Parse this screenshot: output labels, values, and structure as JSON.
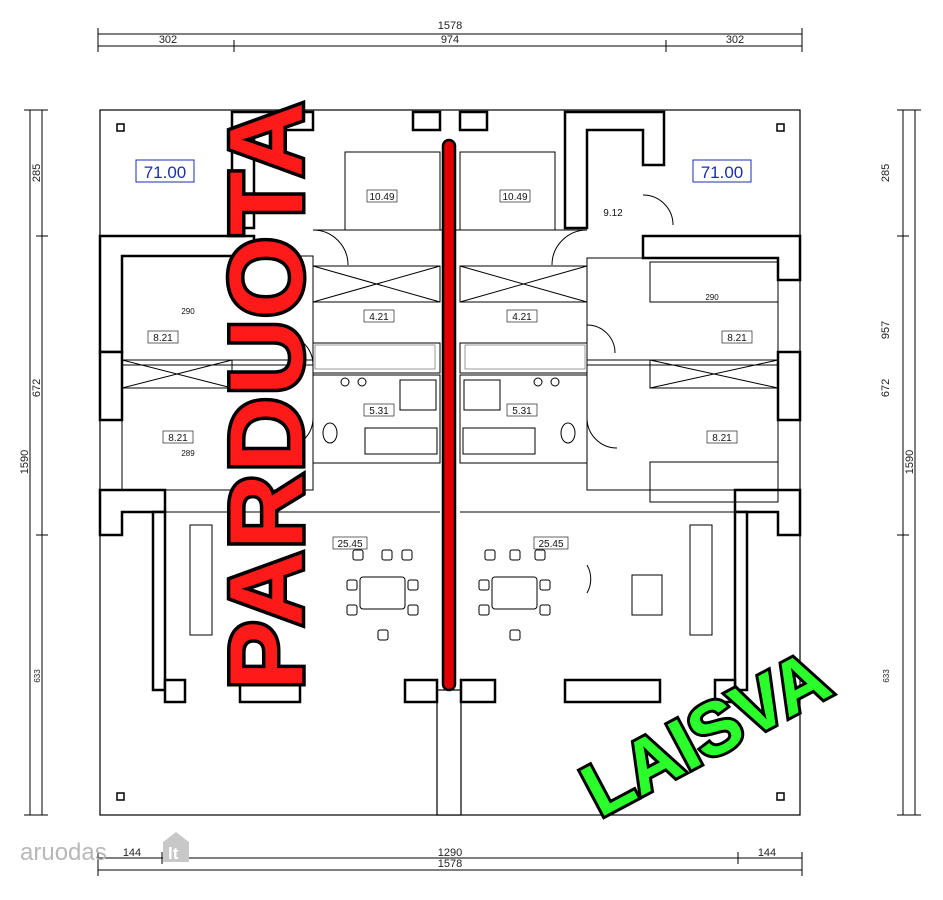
{
  "dimensions": {
    "top_total": "1578",
    "top_left": "302",
    "top_middle": "974",
    "top_right": "302",
    "bottom_total": "1578",
    "bottom_left": "144",
    "bottom_middle": "1290",
    "bottom_right": "144",
    "left_top": "285",
    "left_middle": "672",
    "left_total": "1590",
    "left_bottom": "633",
    "right_top": "285",
    "right_upper": "957",
    "right_middle": "672",
    "right_total": "1590",
    "right_bottom": "633"
  },
  "areas": {
    "left_unit": "71.00",
    "right_unit": "71.00"
  },
  "rooms": {
    "bedroom_left_top": "10.49",
    "bedroom_right_top": "10.49",
    "hall_right": "9.12",
    "left_room_upper": "8.21",
    "left_room_lower": "8.21",
    "right_room_upper": "8.21",
    "right_room_lower": "8.21",
    "corridor_left": "4.21",
    "corridor_right": "4.21",
    "bath_left": "5.31",
    "bath_right": "5.31",
    "living_left": "25.45",
    "living_right": "25.45",
    "wardrobe_left_upper": "290",
    "wardrobe_left_lower": "289",
    "wardrobe_right_upper": "290"
  },
  "stamps": {
    "sold": "PARDUOTA",
    "available": "LAISVA"
  },
  "watermark": {
    "text": "aruodas",
    "badge": "lt"
  },
  "colors": {
    "sold": "#ff1a1a",
    "available": "#2bff2b",
    "area_label": "#1a2fb0",
    "divider": "#e00000"
  }
}
